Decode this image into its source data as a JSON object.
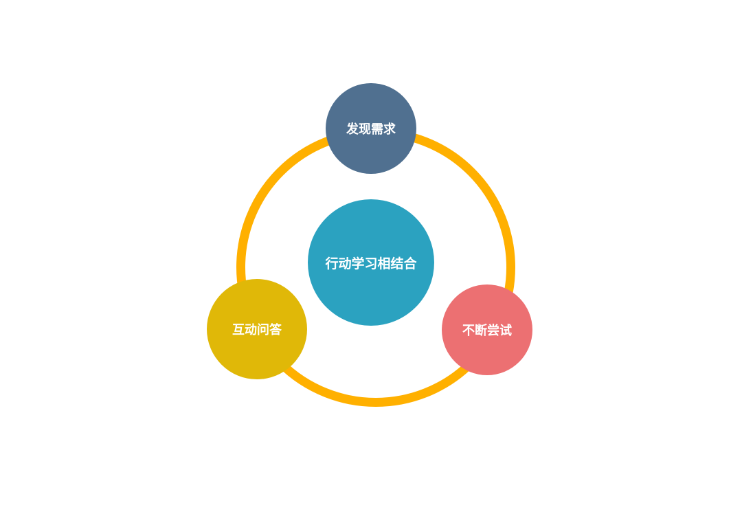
{
  "diagram": {
    "ring_color": "#ffb000",
    "center": {
      "label": "行动学习相结合",
      "color": "#2ba2c0"
    },
    "nodes": [
      {
        "label": "发现需求",
        "color": "#507090"
      },
      {
        "label": "互动问答",
        "color": "#e0b808"
      },
      {
        "label": "不断尝试",
        "color": "#ec7072"
      }
    ]
  }
}
